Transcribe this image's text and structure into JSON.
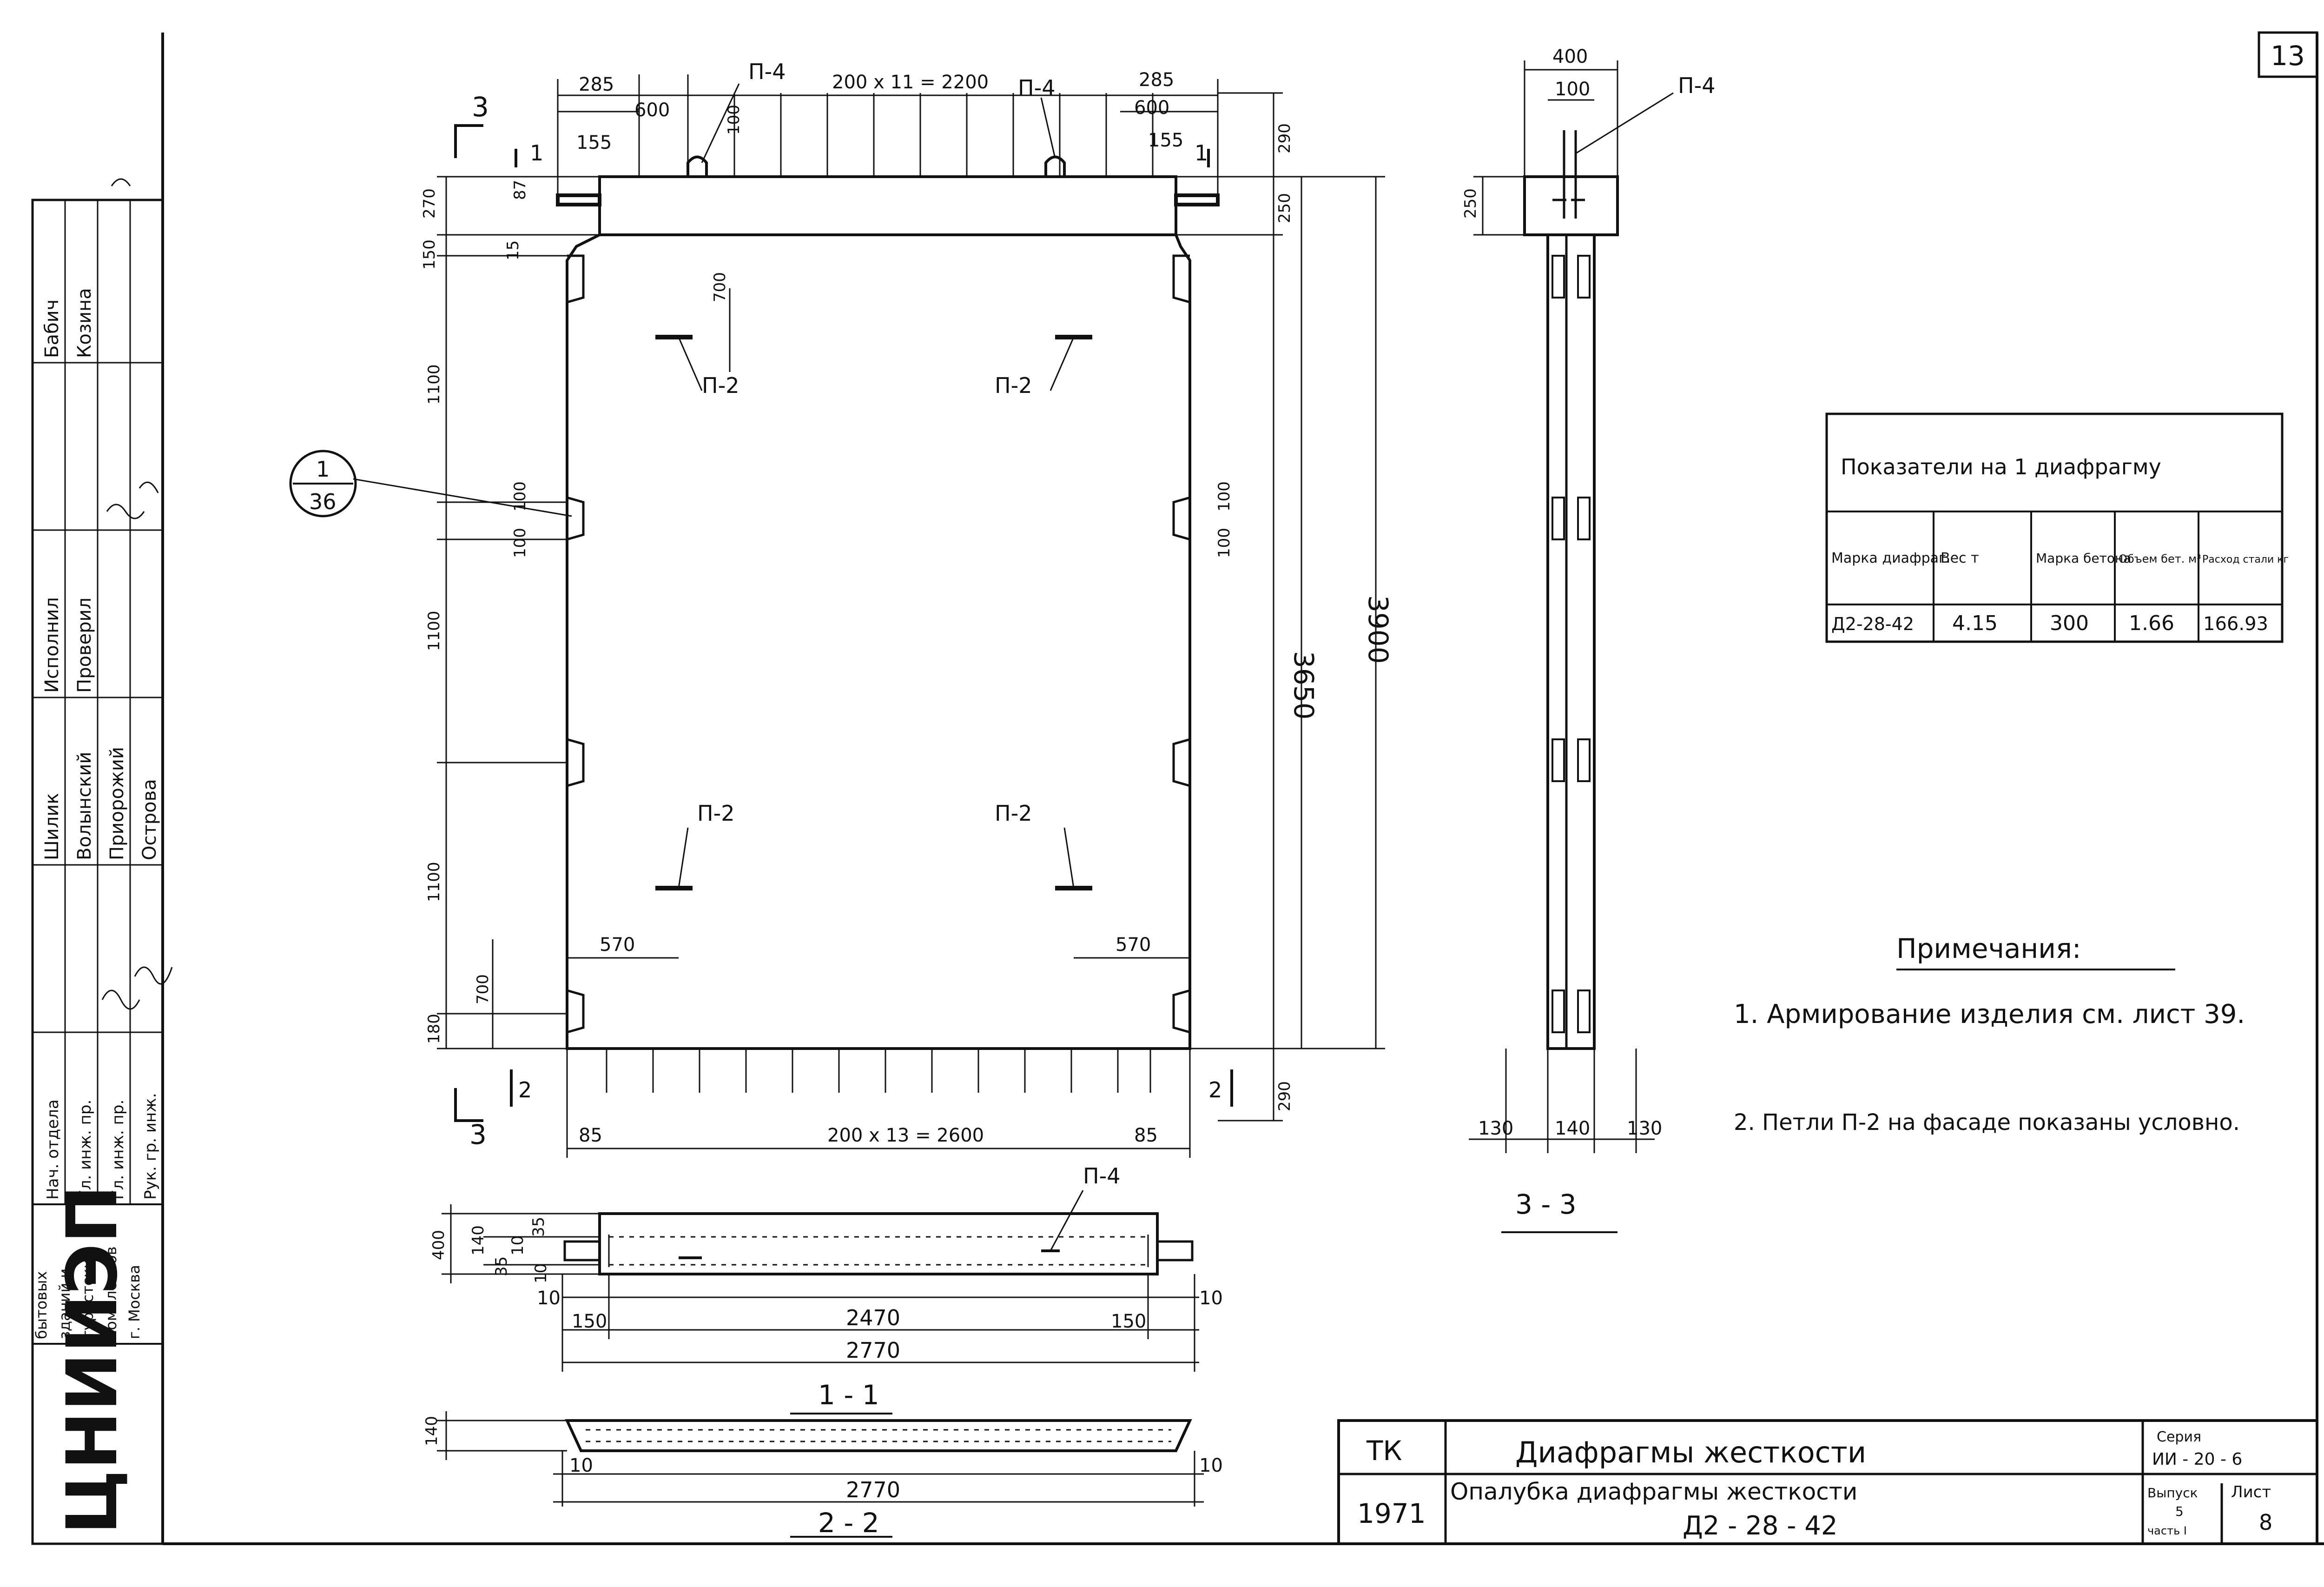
{
  "sheet_number": "13",
  "main_view": {
    "top_dims": {
      "left_offset": "285",
      "right_offset": "285",
      "spacing": "200 x 11 = 2200",
      "left_600": "600",
      "right_600": "600",
      "left_155": "155",
      "right_155": "155",
      "loop_100": "100",
      "d87": "87"
    },
    "left_dims": {
      "d270": "270",
      "d150": "150",
      "d15": "15",
      "d1100a": "1100",
      "d100a": "100",
      "d100b": "100",
      "d1100b": "1100",
      "d1100c": "1100",
      "d700": "700",
      "d180": "180"
    },
    "right_dims": {
      "d290top": "290",
      "d250": "250",
      "d100a": "100",
      "d100b": "100",
      "d3650": "3650",
      "d3900": "3900",
      "d290bot": "290"
    },
    "inner_dims": {
      "d700": "700",
      "d570_left": "570",
      "d570_right": "570"
    },
    "bottom_dims": {
      "left_85": "85",
      "right_85": "85",
      "spacing": "200 x 13 = 2600"
    },
    "labels": {
      "p4_a": "П-4",
      "p4_b": "П-4",
      "p2_a": "П-2",
      "p2_b": "П-2",
      "p2_c": "П-2",
      "p2_d": "П-2"
    },
    "section_marks": {
      "s1_left": "1",
      "s1_right": "1",
      "s2_left": "2",
      "s2_right": "2",
      "s3_top": "3",
      "s3_bottom": "3"
    },
    "callout": {
      "top": "1",
      "bottom": "36"
    }
  },
  "side_view": {
    "title": "3 - 3",
    "dims": {
      "d400": "400",
      "d100": "100",
      "d250": "250",
      "d130_left": "130",
      "d140": "140",
      "d130_right": "130"
    },
    "label": "П-4"
  },
  "section_1_1": {
    "title": "1 - 1",
    "dims": {
      "d400": "400",
      "d140": "140",
      "d10a": "10",
      "d35a": "35",
      "d35b": "35",
      "d10b": "10",
      "d10c": "10",
      "d10d": "10",
      "d150_left": "150",
      "d2470": "2470",
      "d150_right": "150",
      "d2770": "2770"
    },
    "label": "П-4"
  },
  "section_2_2": {
    "title": "2 - 2",
    "dims": {
      "d140": "140",
      "d10_left": "10",
      "d10_right": "10",
      "d2770": "2770"
    }
  },
  "indicators_table": {
    "title": "Показатели на 1 диафрагму",
    "headers": [
      "Марка диафраг.",
      "Вес т",
      "Марка бетона",
      "Объем бет. м³",
      "Расход стали кг"
    ],
    "row": [
      "Д2-28-42",
      "4.15",
      "300",
      "1.66",
      "166.93"
    ]
  },
  "notes": {
    "heading": "Примечания:",
    "items": [
      "1. Армирование изделия см. лист 39.",
      "2. Петли П-2 на фасаде показаны условно."
    ]
  },
  "title_block": {
    "code": "ТК",
    "year": "1971",
    "title": "Диафрагмы жесткости",
    "subtitle_line1": "Опалубка диафрагмы жесткости",
    "subtitle_line2": "Д2 - 28 - 42",
    "series_label": "Серия",
    "series_value": "ИИ - 20 - 6",
    "issue_label": "Выпуск",
    "issue_value": "5",
    "part_label": "часть I",
    "sheet_label": "Лист",
    "sheet_value": "8"
  },
  "side_stamp": {
    "institute": "ЦНИИЭП",
    "org_lines": [
      "бытовых",
      "зданий и",
      "туристских",
      "комплексов",
      "г. Москва"
    ],
    "roles": [
      "Нач. отдела",
      "Гл. инж. пр.",
      "Гл. инж. пр.",
      "Рук. гр. инж."
    ],
    "names_a": [
      "Шилик",
      "Волынский",
      "Приорожий",
      "Острова"
    ],
    "roles_b": [
      "Исполнил",
      "Проверил"
    ],
    "names_b": [
      "Бабич",
      "Козина"
    ]
  }
}
